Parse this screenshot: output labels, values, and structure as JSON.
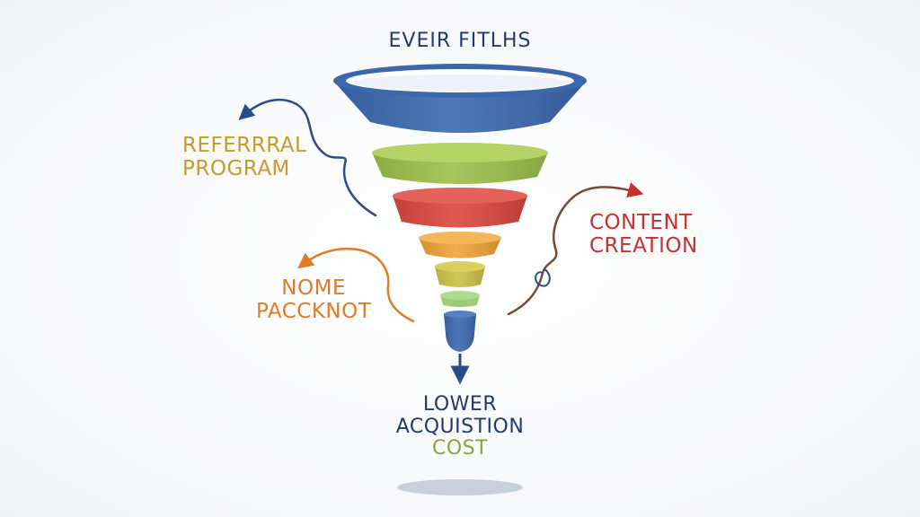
{
  "diagram": {
    "title": "EVEIR FITLHS",
    "referral": {
      "line1": "REFERRRAL",
      "line2": "PROGRAM"
    },
    "nome": {
      "line1": "NOME",
      "line2": "PACCKNOT"
    },
    "content": {
      "line1": "CONTENT",
      "line2": "CREATION"
    },
    "result": {
      "line1": "LOWER",
      "line2": "ACQUISTION",
      "line3": "COST"
    }
  },
  "colors": {
    "funnel_top": "#3b68ad",
    "tier_green": "#9cc04a",
    "tier_red": "#d9473f",
    "tier_orange": "#eea338",
    "tier_yellow_green": "#c9c245",
    "tier_light_green": "#9ccd74",
    "funnel_spout": "#3b68ad",
    "arrow_blue": "#2a4d86",
    "arrow_orange": "#e07b27",
    "arrow_red": "#c8302c",
    "arrow_brown": "#7a4a34"
  }
}
